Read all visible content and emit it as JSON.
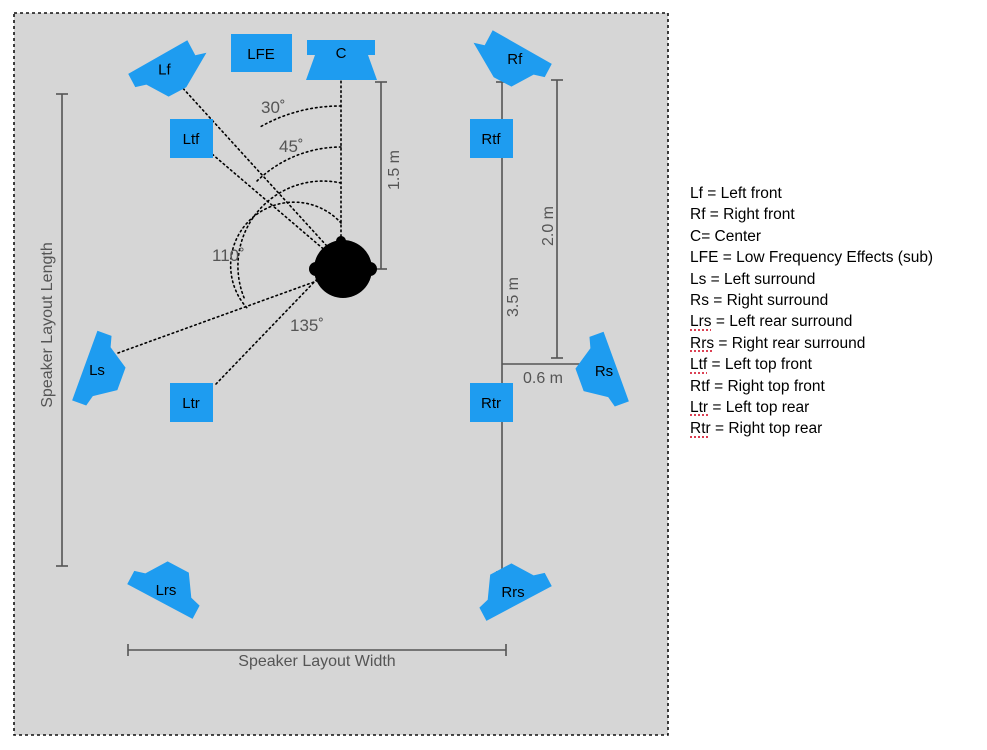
{
  "diagram": {
    "speakers": {
      "lf": "Lf",
      "lfe": "LFE",
      "c": "C",
      "rf": "Rf",
      "ltf": "Ltf",
      "rtf": "Rtf",
      "ls": "Ls",
      "rs": "Rs",
      "ltr": "Ltr",
      "rtr": "Rtr",
      "lrs": "Lrs",
      "rrs": "Rrs"
    },
    "angles": {
      "a30": "30˚",
      "a45": "45˚",
      "a110": "110˚",
      "a135": "135˚"
    },
    "measurements": {
      "front_to_listener": "1.5 m",
      "right_column": "3.5 m",
      "height_offset": "2.0 m",
      "lateral_offset": "0.6 m"
    },
    "labels": {
      "length": "Speaker Layout Length",
      "width": "Speaker Layout Width"
    },
    "colors": {
      "speaker": "#1e9cf0",
      "room": "#d6d6d6",
      "listener": "#000000",
      "dimension": "#555555"
    }
  },
  "legend": {
    "items": [
      {
        "abbr": "Lf",
        "text": " = Left front"
      },
      {
        "abbr": "Rf",
        "text": " = Right front"
      },
      {
        "abbr": "C",
        "text": "= Center"
      },
      {
        "abbr": "LFE",
        "text": " = Low Frequency Effects (sub)"
      },
      {
        "abbr": "Ls",
        "text": " = Left surround"
      },
      {
        "abbr": "Rs",
        "text": " = Right surround"
      },
      {
        "abbr": "Lrs",
        "text": " = Left rear surround",
        "underline": true
      },
      {
        "abbr": "Rrs",
        "text": " = Right rear surround",
        "underline": true
      },
      {
        "abbr": "Ltf",
        "text": " = Left top front",
        "underline": true
      },
      {
        "abbr": "Rtf",
        "text": " = Right top front"
      },
      {
        "abbr": "Ltr",
        "text": " = Left top rear",
        "underline": true
      },
      {
        "abbr": "Rtr",
        "text": " = Right top rear",
        "underline": true
      }
    ]
  }
}
